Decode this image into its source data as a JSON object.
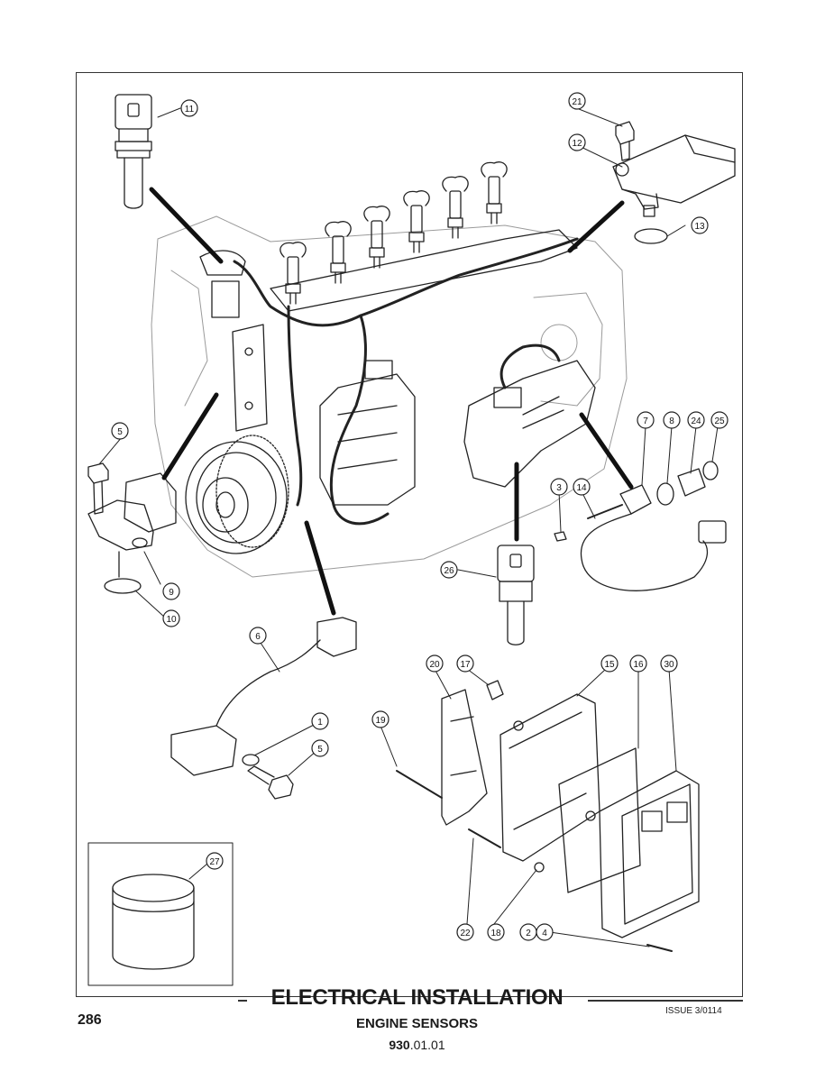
{
  "page": {
    "title": "ELECTRICAL INSTALLATION",
    "subtitle": "ENGINE SENSORS",
    "code_major": "930",
    "code_minor": ".01.01",
    "page_number": "286",
    "issue": "ISSUE 3/0114"
  },
  "callouts": [
    {
      "id": "c11",
      "label": "11"
    },
    {
      "id": "c21",
      "label": "21"
    },
    {
      "id": "c12",
      "label": "12"
    },
    {
      "id": "c13",
      "label": "13"
    },
    {
      "id": "c5a",
      "label": "5"
    },
    {
      "id": "c9",
      "label": "9"
    },
    {
      "id": "c10",
      "label": "10"
    },
    {
      "id": "c7",
      "label": "7"
    },
    {
      "id": "c8",
      "label": "8"
    },
    {
      "id": "c24",
      "label": "24"
    },
    {
      "id": "c25",
      "label": "25"
    },
    {
      "id": "c3",
      "label": "3"
    },
    {
      "id": "c14",
      "label": "14"
    },
    {
      "id": "c26",
      "label": "26"
    },
    {
      "id": "c6",
      "label": "6"
    },
    {
      "id": "c1",
      "label": "1"
    },
    {
      "id": "c5b",
      "label": "5"
    },
    {
      "id": "c20",
      "label": "20"
    },
    {
      "id": "c17",
      "label": "17"
    },
    {
      "id": "c15",
      "label": "15"
    },
    {
      "id": "c16",
      "label": "16"
    },
    {
      "id": "c30",
      "label": "30"
    },
    {
      "id": "c19",
      "label": "19"
    },
    {
      "id": "c27",
      "label": "27"
    },
    {
      "id": "c22",
      "label": "22"
    },
    {
      "id": "c18",
      "label": "18"
    },
    {
      "id": "c2",
      "label": "2"
    },
    {
      "id": "c4",
      "label": "4"
    }
  ]
}
